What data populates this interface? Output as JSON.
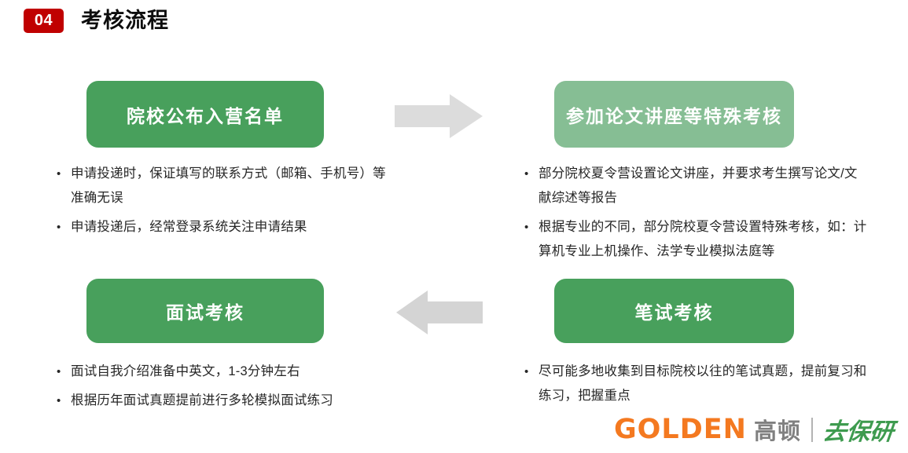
{
  "header": {
    "badge_number": "04",
    "title": "考核流程",
    "badge_color": "#C00000",
    "title_color": "#0D0D0D"
  },
  "colors": {
    "green_dark": "#48A05C",
    "green_light": "#86BE94",
    "arrow_gray": "#DCDCDC",
    "arrow_gray_dark": "#D4D4D4",
    "text": "#262626",
    "orange": "#F47920",
    "gray": "#808080",
    "logo_green": "#3E9B4F"
  },
  "stages": [
    {
      "id": "stage-1",
      "label": "院校公布入营名单",
      "style": "dark",
      "bullets": [
        "申请投递时，保证填写的联系方式（邮箱、手机号）等准确无误",
        "申请投递后，经常登录系统关注申请结果"
      ]
    },
    {
      "id": "stage-2",
      "label": "参加论文讲座等特殊考核",
      "style": "light",
      "bullets": [
        "部分院校夏令营设置论文讲座，并要求考生撰写论文/文献综述等报告",
        "根据专业的不同，部分院校夏令营设置特殊考核，如：计算机专业上机操作、法学专业模拟法庭等"
      ]
    },
    {
      "id": "stage-3",
      "label": "面试考核",
      "style": "dark",
      "bullets": [
        "面试自我介绍准备中英文，1-3分钟左右",
        "根据历年面试真题提前进行多轮模拟面试练习"
      ]
    },
    {
      "id": "stage-4",
      "label": "笔试考核",
      "style": "dark",
      "bullets": [
        "尽可能多地收集到目标院校以往的笔试真题，提前复习和练习，把握重点"
      ]
    }
  ],
  "arrows": [
    {
      "id": "arrow-right",
      "direction": "right",
      "icon": "arrow-right-icon"
    },
    {
      "id": "arrow-left",
      "direction": "left",
      "icon": "arrow-left-icon"
    }
  ],
  "bullet_marker": "•",
  "logo": {
    "brand_en": "GOLDEN",
    "brand_cn": "高顿",
    "sub_brand": "去保研"
  }
}
